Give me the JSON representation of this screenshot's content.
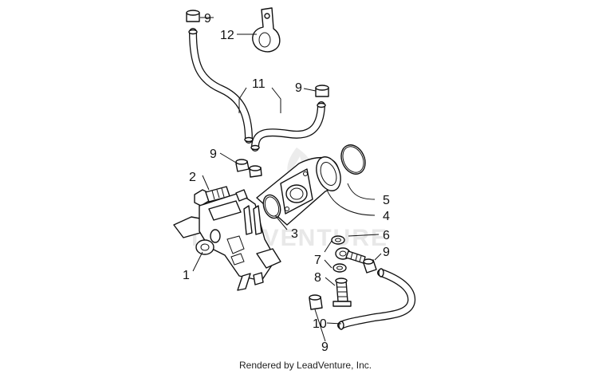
{
  "diagram": {
    "callouts": [
      {
        "id": "c9a",
        "label": "9"
      },
      {
        "id": "c12",
        "label": "12"
      },
      {
        "id": "c11",
        "label": "11"
      },
      {
        "id": "c9b",
        "label": "9"
      },
      {
        "id": "c9c",
        "label": "9"
      },
      {
        "id": "c2",
        "label": "2"
      },
      {
        "id": "c5",
        "label": "5"
      },
      {
        "id": "c4",
        "label": "4"
      },
      {
        "id": "c3",
        "label": "3"
      },
      {
        "id": "c6",
        "label": "6"
      },
      {
        "id": "c9d",
        "label": "9"
      },
      {
        "id": "c7",
        "label": "7"
      },
      {
        "id": "c8",
        "label": "8"
      },
      {
        "id": "c1",
        "label": "1"
      },
      {
        "id": "c10",
        "label": "10"
      },
      {
        "id": "c9e",
        "label": "9"
      }
    ],
    "watermark": "LEADVENTURE",
    "caption": "Rendered by LeadVenture, Inc."
  }
}
